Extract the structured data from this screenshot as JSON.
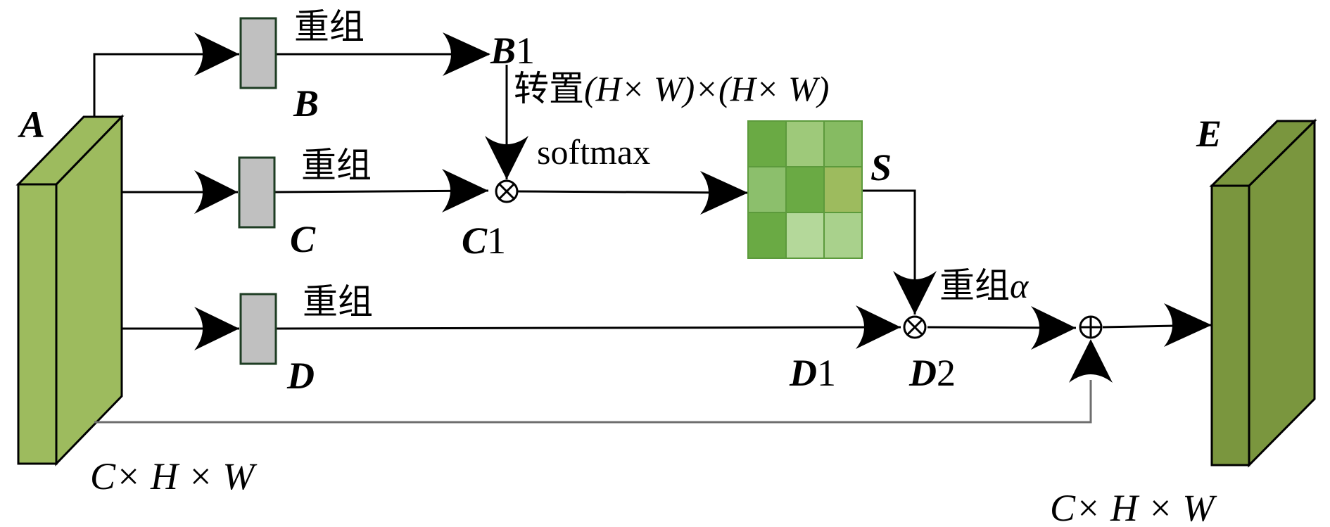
{
  "labels": {
    "A": "A",
    "B": "B",
    "C": "C",
    "D": "D",
    "E": "E",
    "S": "S",
    "B1_bold": "B",
    "B1_num": "1",
    "C1_bold": "C",
    "C1_num": "1",
    "D1_bold": "D",
    "D1_num": "1",
    "D2_bold": "D",
    "D2_num": "2"
  },
  "ops": {
    "reshape": "重组",
    "transpose_prefix": "转置",
    "transpose_dims": "(H× W)×(H× W)",
    "softmax": "softmax",
    "reshape_alpha_text": "重组",
    "alpha": "α"
  },
  "dims": {
    "input": "C× H × W",
    "output": "C× H × W"
  },
  "symbols": {
    "multiply": "⊗",
    "add": "⊕"
  },
  "colors": {
    "input_block": "#9dbb5e",
    "output_block": "#7a963e",
    "feature_box": "#c0c0c0",
    "feature_box_border": "#1e3d23",
    "skip_line": "#6e6e6e",
    "matrix": [
      "#6aaa44",
      "#9ec97a",
      "#86bb62",
      "#8cbf6c",
      "#6aaa44",
      "#9dbb5e",
      "#6aaa44",
      "#b4d89a",
      "#a9d18c"
    ]
  }
}
